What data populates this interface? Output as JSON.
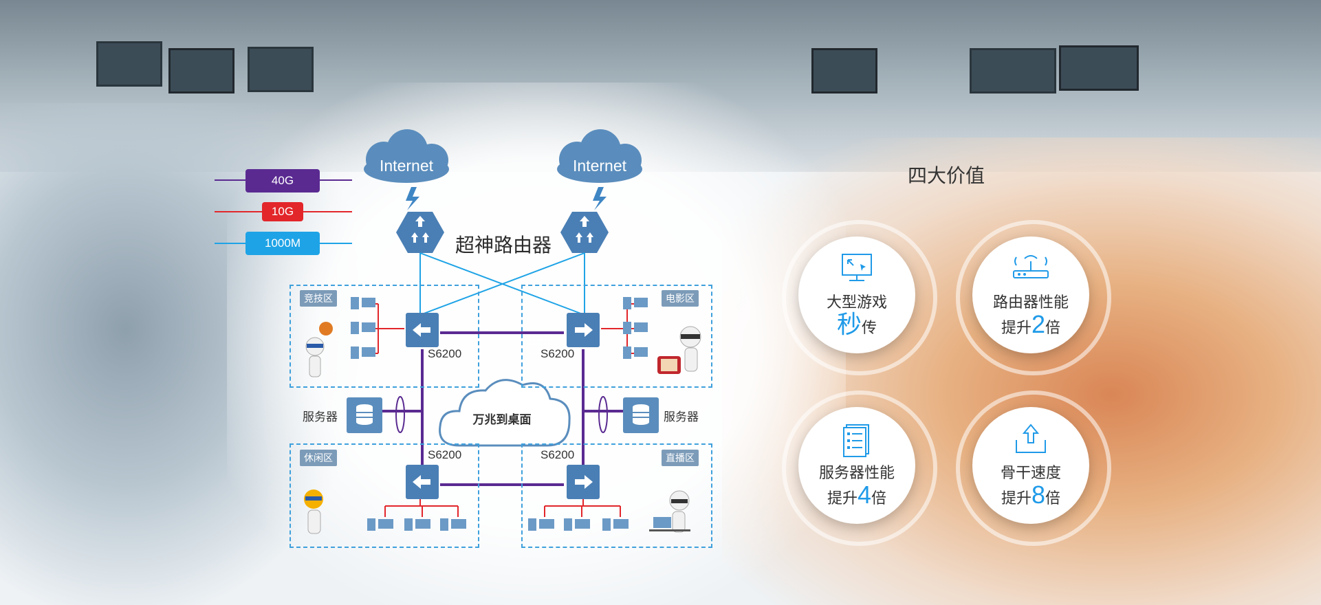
{
  "legend": [
    {
      "label": "40G",
      "color": "#5a2a91"
    },
    {
      "label": "10G",
      "color": "#e2262a"
    },
    {
      "label": "1000M",
      "color": "#1ea3e6"
    }
  ],
  "diagram": {
    "internet_labels": [
      "Internet",
      "Internet"
    ],
    "router_title": "超神路由器",
    "zones": [
      "竞技区",
      "电影区",
      "休闲区",
      "直播区"
    ],
    "switch_labels": [
      "S6200",
      "S6200",
      "S6200",
      "S6200"
    ],
    "server_labels": [
      "服务器",
      "服务器"
    ],
    "center_cloud": "万兆到桌面"
  },
  "values": {
    "title": "四大价值",
    "items": [
      {
        "icon": "monitor-game-icon",
        "line1": "大型游戏",
        "big": "秒",
        "tail": "传",
        "prefix": ""
      },
      {
        "icon": "router-wifi-icon",
        "line1": "路由器性能",
        "prefix": "提升",
        "big": "2",
        "tail": "倍"
      },
      {
        "icon": "server-list-icon",
        "line1": "服务器性能",
        "prefix": "提升",
        "big": "4",
        "tail": "倍"
      },
      {
        "icon": "upload-icon",
        "line1": "骨干速度",
        "prefix": "提升",
        "big": "8",
        "tail": "倍"
      }
    ]
  },
  "colors": {
    "accent": "#1f9ae8",
    "link_40g": "#5a2a91",
    "link_10g": "#e2262a",
    "link_1000m": "#1ea3e6"
  }
}
